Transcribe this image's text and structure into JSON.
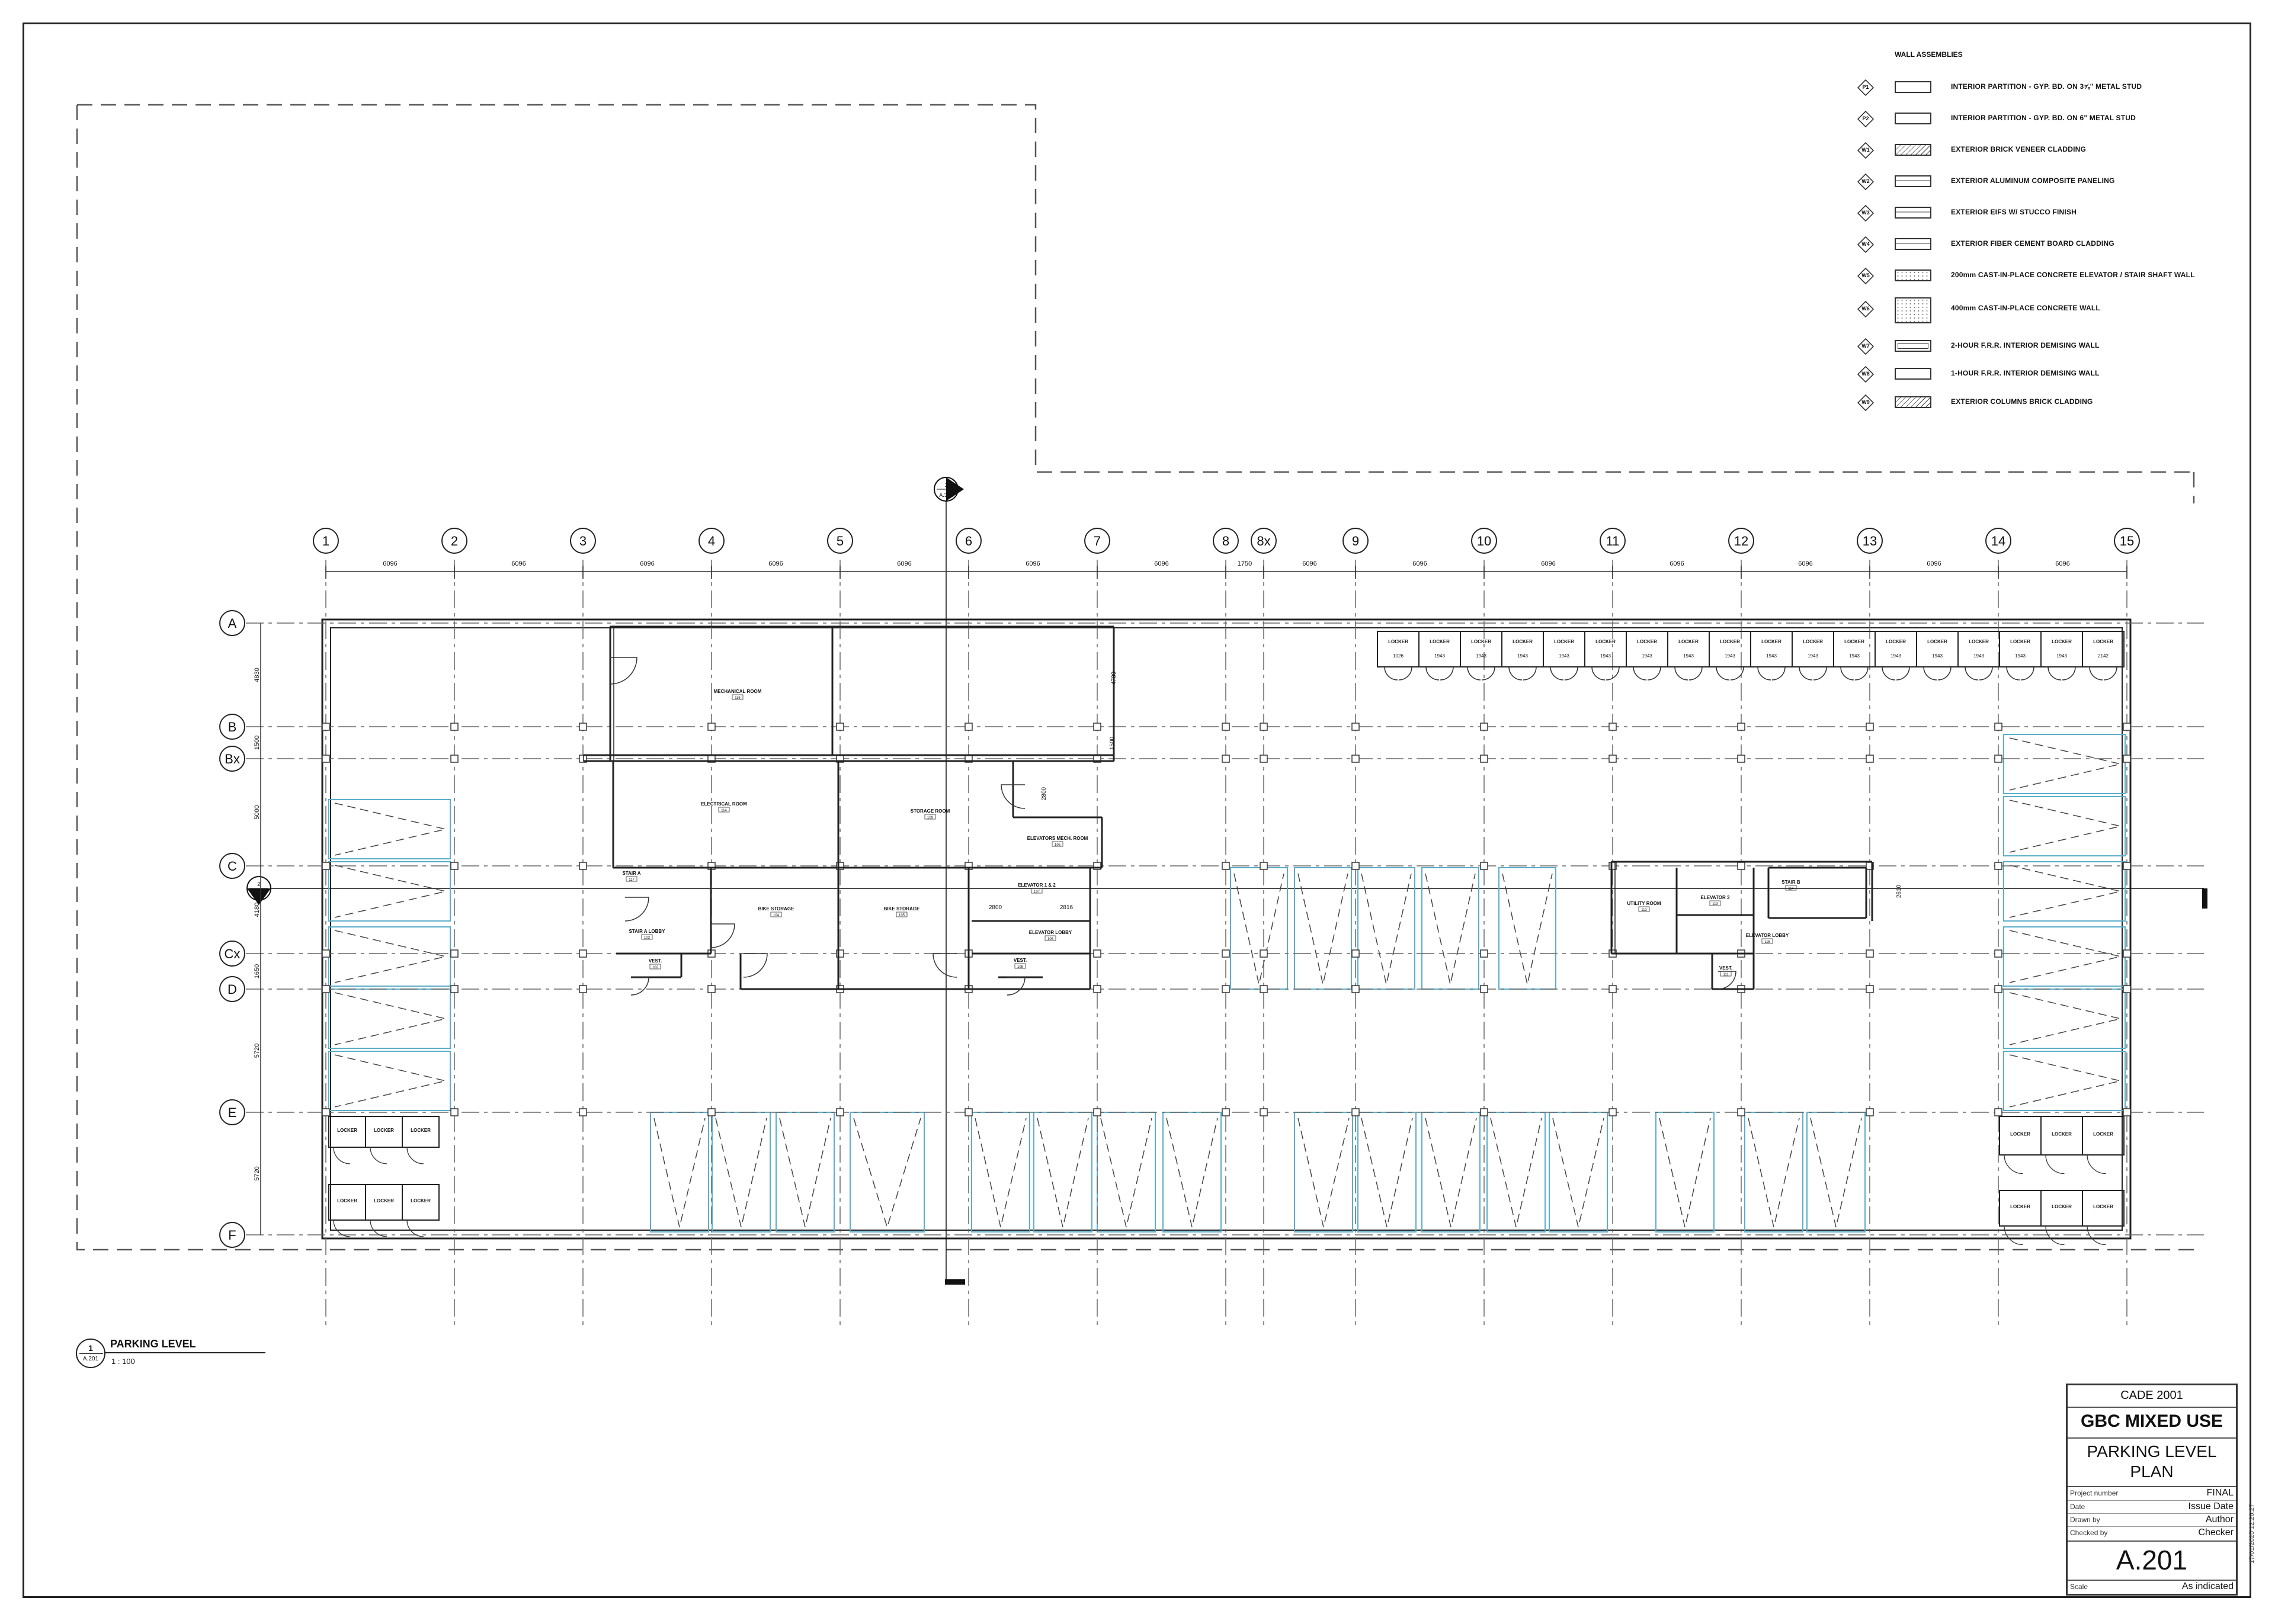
{
  "plan": {
    "grid_columns": [
      "1",
      "2",
      "3",
      "4",
      "5",
      "6",
      "7",
      "8",
      "8x",
      "9",
      "10",
      "11",
      "12",
      "13",
      "14",
      "15"
    ],
    "grid_rows": [
      "A",
      "B",
      "Bx",
      "C",
      "Cx",
      "D",
      "E",
      "F"
    ],
    "column_spacing_labels": [
      "6096",
      "6096",
      "6096",
      "6096",
      "6096",
      "6096",
      "6096",
      "1750",
      "6096",
      "6096",
      "6096",
      "6096",
      "6096",
      "6096",
      "6096"
    ],
    "row_spacing_labels": [
      "4830",
      "1500",
      "5000",
      "4180",
      "1650",
      "5720",
      "5720"
    ],
    "section_marker_top": {
      "num": "1",
      "sheet": "A.302"
    },
    "section_marker_left": {
      "num": "2",
      "sheet": "A.302"
    },
    "rooms": [
      {
        "name": "MECHANICAL ROOM",
        "number": "116"
      },
      {
        "name": "ELECTRICAL ROOM",
        "number": "114"
      },
      {
        "name": "STORAGE ROOM",
        "number": "109"
      },
      {
        "name": "ELEVATORS MECH. ROOM",
        "number": "106"
      },
      {
        "name": "STAIR A",
        "number": "117"
      },
      {
        "name": "STAIR A LOBBY",
        "number": "103"
      },
      {
        "name": "BIKE STORAGE",
        "number": "104"
      },
      {
        "name": "BIKE STORAGE",
        "number": "105"
      },
      {
        "name": "ELEVATOR 1 & 2",
        "number": "107"
      },
      {
        "name": "ELEVATOR LOBBY",
        "number": "106"
      },
      {
        "name": "VEST.",
        "number": "102"
      },
      {
        "name": "VEST.",
        "number": "108"
      },
      {
        "name": "UTILITY ROOM",
        "number": "112"
      },
      {
        "name": "ELEVATOR 3",
        "number": "113"
      },
      {
        "name": "STAIR B",
        "number": "114"
      },
      {
        "name": "ELEVATOR LOBBY",
        "number": "115"
      },
      {
        "name": "VEST.",
        "number": "111"
      }
    ],
    "locker_label": "LOCKER",
    "locker_widths": [
      "1026",
      "1943",
      "1943",
      "1943",
      "1943",
      "1943",
      "1943",
      "1943",
      "1943",
      "1943",
      "1943",
      "1943",
      "1943",
      "1943",
      "1943",
      "1943",
      "1943",
      "2142"
    ],
    "dim_small": [
      "2800",
      "2816",
      "2610",
      "2800",
      "4780",
      "1500"
    ]
  },
  "legend": {
    "title": "WALL ASSEMBLIES",
    "items": [
      {
        "tag": "P1",
        "text": "INTERIOR PARTITION - GYP. BD. ON 3⅝\" METAL STUD",
        "pattern": "plain"
      },
      {
        "tag": "P2",
        "text": "INTERIOR PARTITION - GYP. BD. ON 6\" METAL STUD",
        "pattern": "plain"
      },
      {
        "tag": "W1",
        "text": "EXTERIOR BRICK VENEER CLADDING",
        "pattern": "hatch"
      },
      {
        "tag": "W2",
        "text": "EXTERIOR ALUMINUM COMPOSITE PANELING",
        "pattern": "lines"
      },
      {
        "tag": "W3",
        "text": "EXTERIOR EIFS W/ STUCCO FINISH",
        "pattern": "lines"
      },
      {
        "tag": "W4",
        "text": "EXTERIOR FIBER CEMENT BOARD CLADDING",
        "pattern": "lines"
      },
      {
        "tag": "W5",
        "text": "200mm CAST-IN-PLACE CONCRETE ELEVATOR / STAIR SHAFT WALL",
        "pattern": "dots"
      },
      {
        "tag": "W6",
        "text": "400mm CAST-IN-PLACE CONCRETE WALL",
        "pattern": "dots-tall"
      },
      {
        "tag": "W7",
        "text": "2-HOUR F.R.R. INTERIOR DEMISING WALL",
        "pattern": "double"
      },
      {
        "tag": "W8",
        "text": "1-HOUR F.R.R. INTERIOR DEMISING WALL",
        "pattern": "plain"
      },
      {
        "tag": "W9",
        "text": "EXTERIOR COLUMNS BRICK CLADDING",
        "pattern": "hatch"
      }
    ]
  },
  "view_title": {
    "number": "1",
    "sheet": "A.201",
    "name": "PARKING LEVEL",
    "scale": "1 : 100"
  },
  "title_block": {
    "course": "CADE 2001",
    "project": "GBC MIXED USE",
    "sheet_name_line1": "PARKING LEVEL",
    "sheet_name_line2": "PLAN",
    "rows": [
      {
        "key": "Project number",
        "value": "FINAL"
      },
      {
        "key": "Date",
        "value": "Issue Date"
      },
      {
        "key": "Drawn by",
        "value": "Author"
      },
      {
        "key": "Checked by",
        "value": "Checker"
      }
    ],
    "sheet_number": "A.201",
    "scale_key": "Scale",
    "scale_value": "As indicated"
  },
  "timestamp": "17/01/2025 12:26:27"
}
